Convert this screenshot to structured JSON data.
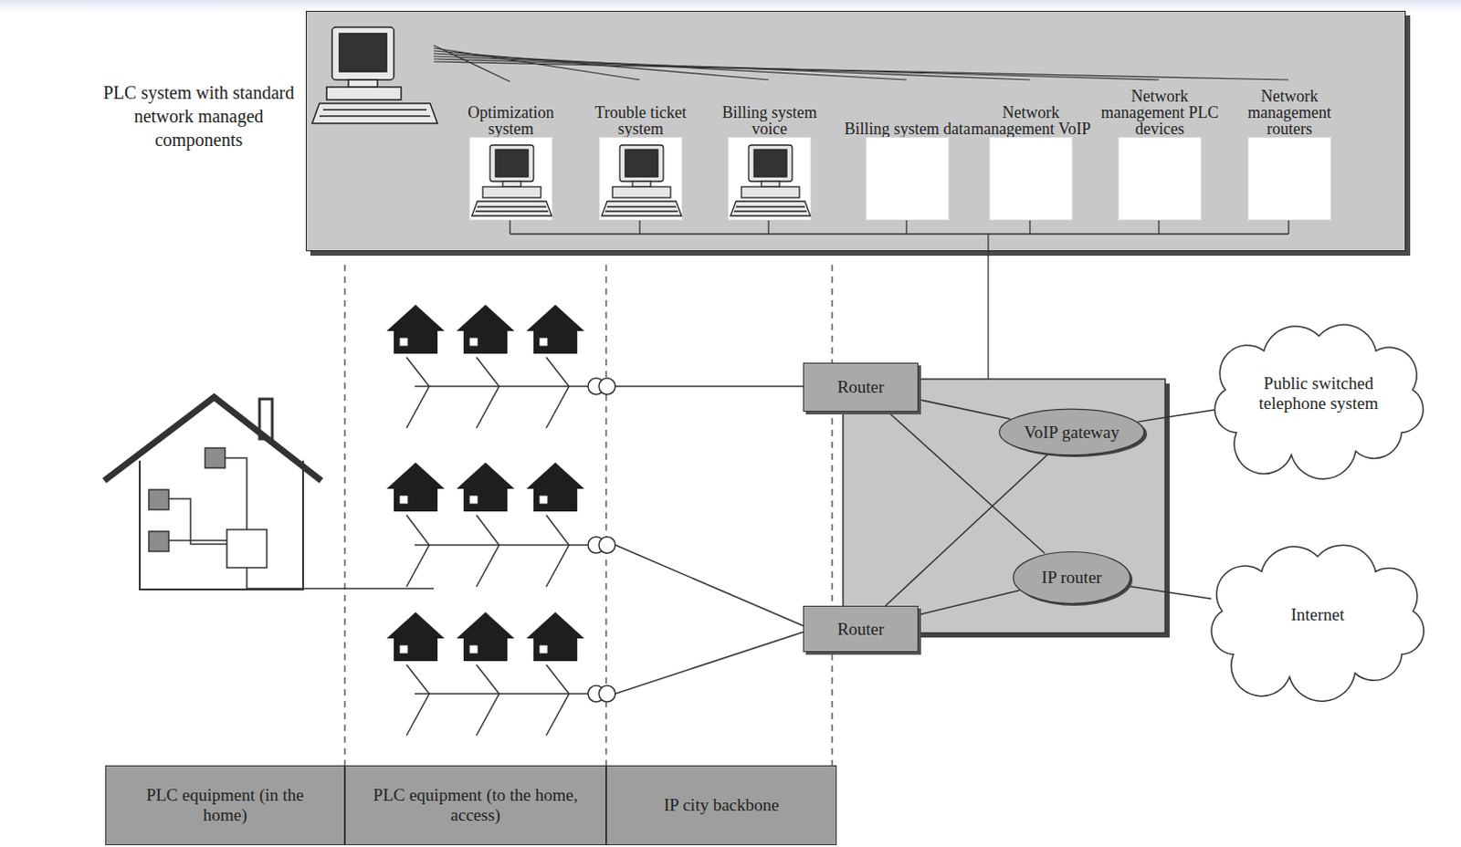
{
  "diagram": {
    "nodes": [
      {
        "text": [
          "PLC system with standard network managed components"
        ]
      },
      {
        "text": [
          "Optimization system"
        ],
        "in": 0
      },
      {
        "text": [
          "Trouble ticket system"
        ],
        "in": 0
      },
      {
        "text": [
          "Billing system voice"
        ],
        "in": 0
      },
      {
        "text": [
          "Billing system data"
        ],
        "in": 0
      },
      {
        "text": [
          "Network management VoIP"
        ],
        "in": 0
      },
      {
        "text": [
          "Network management PLC devices"
        ],
        "in": 0
      },
      {
        "text": [
          "Network management routers"
        ],
        "in": 0
      },
      {
        "text": [
          "Router"
        ]
      },
      {
        "text": [
          "VoIP gateway"
        ]
      },
      {
        "text": [
          "IP router"
        ]
      },
      {
        "text": [
          "Router"
        ]
      },
      {
        "text": [
          "Public switched telephone system"
        ]
      },
      {
        "text": [
          "Internet"
        ]
      },
      {
        "text": [
          "PLC equipment (in the home)"
        ]
      },
      {
        "text": [
          "PLC equipment (to the home, access)"
        ]
      },
      {
        "text": [
          "IP city backbone"
        ]
      }
    ],
    "edges": [
      {
        "from": 8,
        "to": 9,
        "arrow": "none"
      },
      {
        "from": 8,
        "to": 10,
        "arrow": "none"
      },
      {
        "from": 11,
        "to": 9,
        "arrow": "none"
      },
      {
        "from": 11,
        "to": 10,
        "arrow": "none"
      },
      {
        "from": 9,
        "to": 12,
        "arrow": "none"
      },
      {
        "from": 10,
        "to": 13,
        "arrow": "none"
      }
    ]
  }
}
